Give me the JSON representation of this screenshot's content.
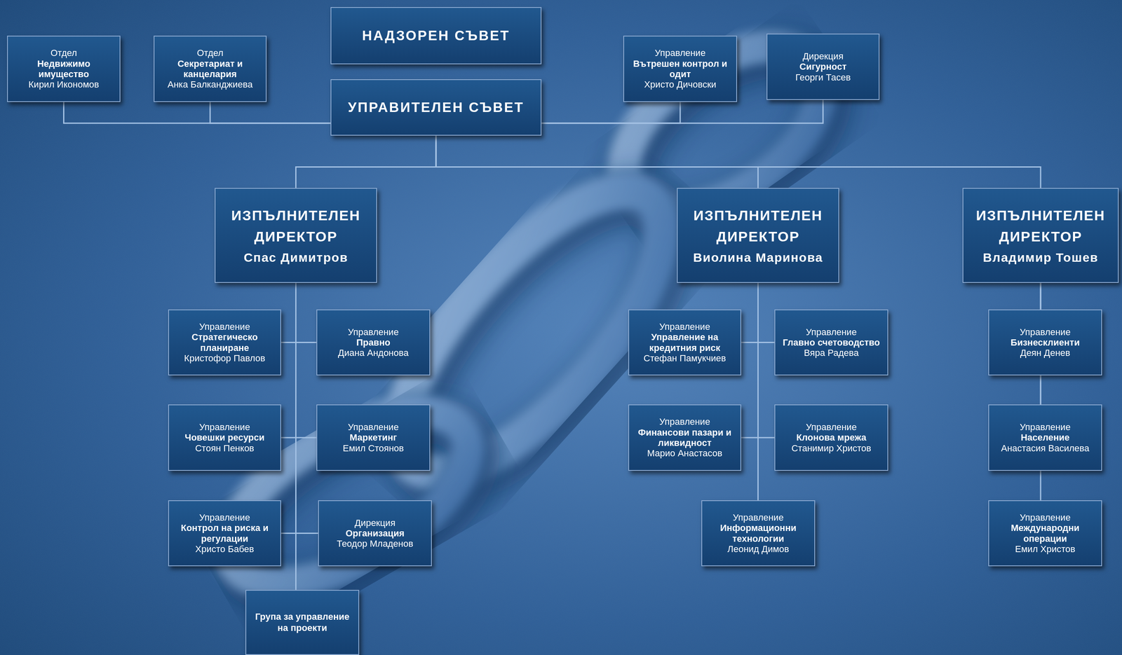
{
  "diagram": {
    "nodes": [
      {
        "text": [
          "Отдел",
          "Недвижимо имущество",
          "Кирил Икономов"
        ]
      },
      {
        "text": [
          "Отдел",
          "Секретариат и канцелария",
          "Анка Балканджиева"
        ]
      },
      {
        "text": [
          "НАДЗОРЕН СЪВЕТ"
        ]
      },
      {
        "text": [
          "Управление",
          "Вътрешен контрол и одит",
          "Христо Дичовски"
        ]
      },
      {
        "text": [
          "Дирекция",
          "Сигурност",
          "Георги Тасев"
        ]
      },
      {
        "text": [
          "УПРАВИТЕЛЕН СЪВЕТ"
        ]
      },
      {
        "text": [
          "ИЗПЪЛНИТЕЛЕН ДИРЕКТОР",
          "Спас Димитров"
        ]
      },
      {
        "text": [
          "ИЗПЪЛНИТЕЛЕН ДИРЕКТОР",
          "Виолина Маринова"
        ]
      },
      {
        "text": [
          "ИЗПЪЛНИТЕЛЕН ДИРЕКТОР",
          "Владимир Тошев"
        ]
      },
      {
        "text": [
          "Управление",
          "Стратегическо планиране",
          "Кристофор Павлов"
        ]
      },
      {
        "text": [
          "Управление",
          "Правно",
          "Диана Андонова"
        ]
      },
      {
        "text": [
          "Управление",
          "Човешки ресурси",
          "Стоян Пенков"
        ]
      },
      {
        "text": [
          "Управление",
          "Маркетинг",
          "Емил Стоянов"
        ]
      },
      {
        "text": [
          "Управление",
          "Контрол на риска и регулации",
          "Христо Бабев"
        ]
      },
      {
        "text": [
          "Дирекция",
          "Организация",
          "Теодор Младенов"
        ]
      },
      {
        "text": [
          "Група за управление на проекти"
        ]
      },
      {
        "text": [
          "Управление",
          "Управление на кредитния риск",
          "Стефан Памукчиев"
        ]
      },
      {
        "text": [
          "Управление",
          "Главно счетоводство",
          "Вяра Радева"
        ]
      },
      {
        "text": [
          "Управление",
          "Финансови пазари и ликвидност",
          "Марио Анастасов"
        ]
      },
      {
        "text": [
          "Управление",
          "Клонова мрежа",
          "Станимир Христов"
        ]
      },
      {
        "text": [
          "Управление",
          "Информационни технологии",
          "Леонид Димов"
        ]
      },
      {
        "text": [
          "Управление",
          "Бизнесклиенти",
          "Деян Денев"
        ]
      },
      {
        "text": [
          "Управление",
          "Население",
          "Анастасия Василева"
        ]
      },
      {
        "text": [
          "Управление",
          "Международни операции",
          "Емил Христов"
        ]
      }
    ],
    "edges": [
      {
        "from": 5,
        "to": 0,
        "arrow": "none"
      },
      {
        "from": 5,
        "to": 1,
        "arrow": "none"
      },
      {
        "from": 5,
        "to": 3,
        "arrow": "none"
      },
      {
        "from": 5,
        "to": 4,
        "arrow": "none"
      },
      {
        "from": 5,
        "to": 6,
        "arrow": "none"
      },
      {
        "from": 5,
        "to": 7,
        "arrow": "none"
      },
      {
        "from": 5,
        "to": 8,
        "arrow": "none"
      },
      {
        "from": 6,
        "to": 9,
        "arrow": "none"
      },
      {
        "from": 6,
        "to": 10,
        "arrow": "none"
      },
      {
        "from": 6,
        "to": 11,
        "arrow": "none"
      },
      {
        "from": 6,
        "to": 12,
        "arrow": "none"
      },
      {
        "from": 6,
        "to": 13,
        "arrow": "none"
      },
      {
        "from": 6,
        "to": 14,
        "arrow": "none"
      },
      {
        "from": 6,
        "to": 15,
        "arrow": "none"
      },
      {
        "from": 7,
        "to": 16,
        "arrow": "none"
      },
      {
        "from": 7,
        "to": 17,
        "arrow": "none"
      },
      {
        "from": 7,
        "to": 18,
        "arrow": "none"
      },
      {
        "from": 7,
        "to": 19,
        "arrow": "none"
      },
      {
        "from": 7,
        "to": 20,
        "arrow": "none"
      },
      {
        "from": 8,
        "to": 21,
        "arrow": "none"
      },
      {
        "from": 8,
        "to": 22,
        "arrow": "none"
      },
      {
        "from": 8,
        "to": 23,
        "arrow": "none"
      }
    ]
  }
}
